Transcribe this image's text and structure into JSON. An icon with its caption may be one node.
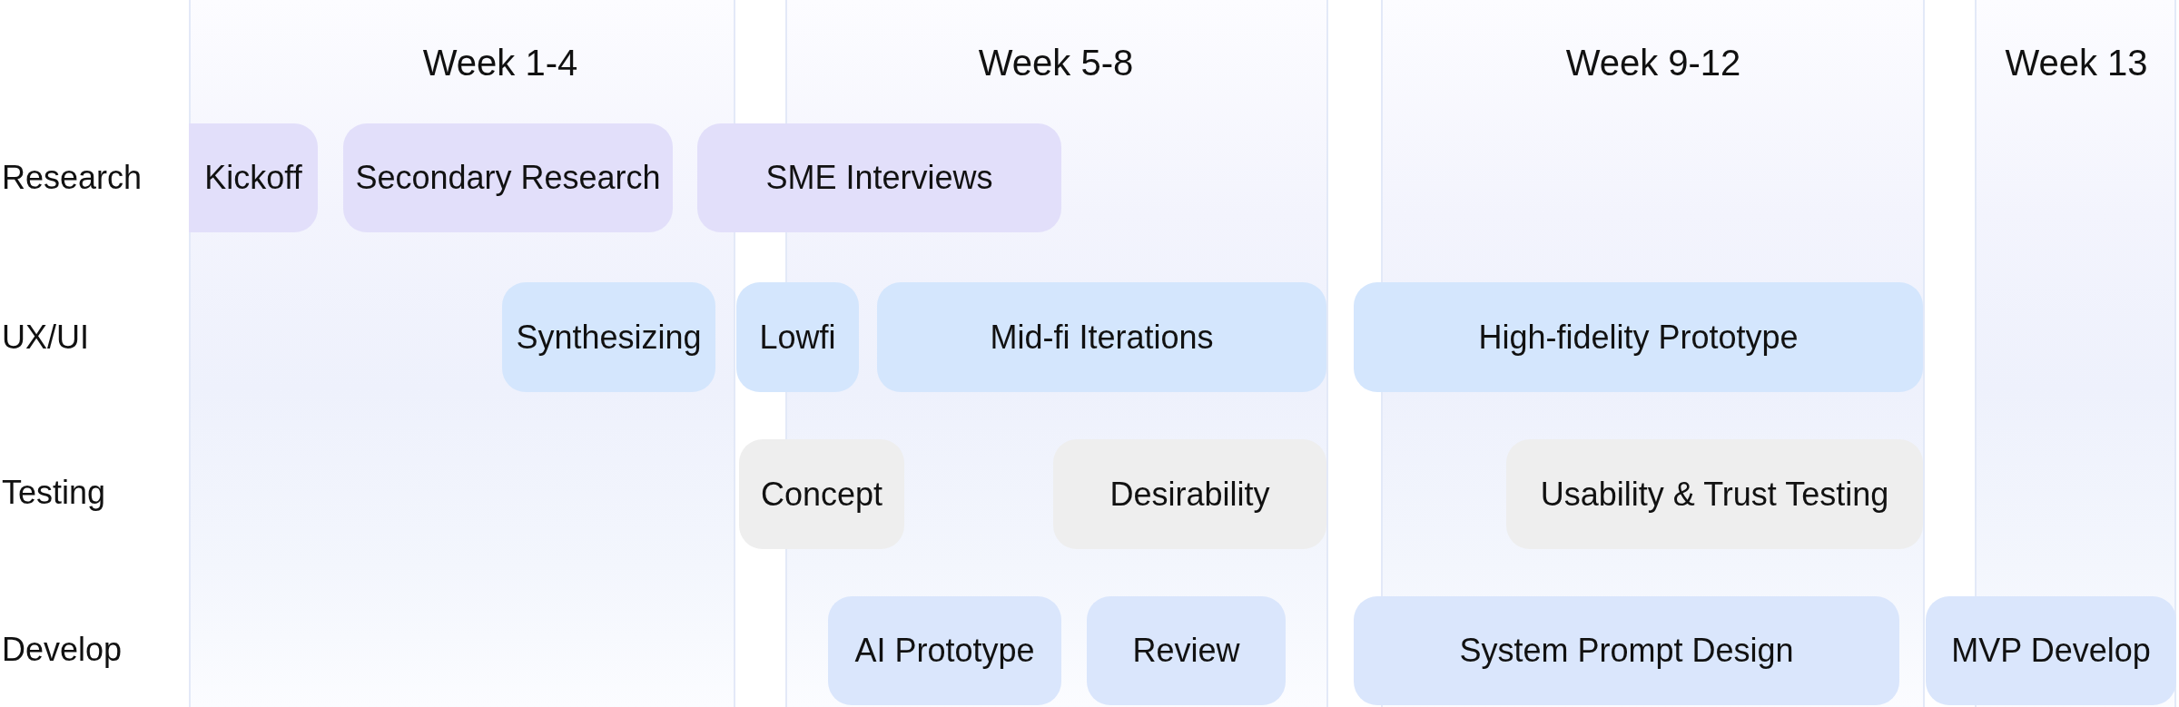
{
  "diagram": {
    "nodes": [
      {
        "text": [
          "Week 1-4"
        ]
      },
      {
        "text": [
          "Week 5-8"
        ]
      },
      {
        "text": [
          "Week 9-12"
        ]
      },
      {
        "text": [
          "Week 13"
        ]
      },
      {
        "text": [
          "Kickoff"
        ],
        "in": 0
      },
      {
        "text": [
          "Secondary Research"
        ],
        "in": 0
      },
      {
        "text": [
          "SME Interviews"
        ]
      },
      {
        "text": [
          "Synthesizing"
        ],
        "in": 0
      },
      {
        "text": [
          "Lowfi"
        ]
      },
      {
        "text": [
          "Mid-fi Iterations"
        ],
        "in": 1
      },
      {
        "text": [
          "High-fidelity Prototype"
        ],
        "in": 2
      },
      {
        "text": [
          "Concept"
        ]
      },
      {
        "text": [
          "Desirability"
        ],
        "in": 1
      },
      {
        "text": [
          "Usability & Trust Testing"
        ],
        "in": 2
      },
      {
        "text": [
          "AI Prototype"
        ],
        "in": 1
      },
      {
        "text": [
          "Review"
        ],
        "in": 1
      },
      {
        "text": [
          "System Prompt Design"
        ],
        "in": 2
      },
      {
        "text": [
          "MVP Develop"
        ]
      }
    ],
    "labels": [
      "Research",
      "UX/UI",
      "Testing",
      "Develop"
    ]
  }
}
